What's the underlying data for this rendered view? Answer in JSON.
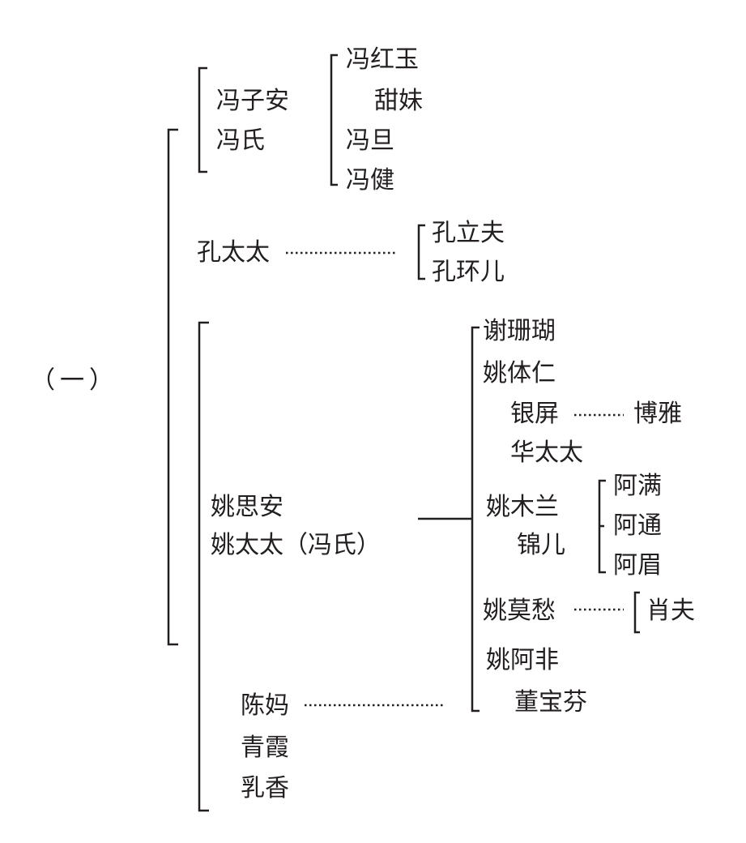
{
  "section_label": "（一）",
  "feng": {
    "parents": [
      "冯子安",
      "冯氏"
    ],
    "children": [
      "冯红玉",
      "甜妹",
      "冯旦",
      "冯健"
    ]
  },
  "kong": {
    "parent": "孔太太",
    "children": [
      "孔立夫",
      "孔环儿"
    ]
  },
  "yao": {
    "parents": [
      "姚思安",
      "姚太太（冯氏）"
    ],
    "servants": [
      "陈妈",
      "青霞",
      "乳香"
    ],
    "children": {
      "c0": "谢珊瑚",
      "c1": "姚体仁",
      "c1_spouse": "银屏",
      "c1_child": "博雅",
      "c1_extra": "华太太",
      "c2": "姚木兰",
      "c2_servant": "锦儿",
      "c2_children": [
        "阿满",
        "阿通",
        "阿眉"
      ],
      "c3": "姚莫愁",
      "c3_child": "肖夫",
      "c4": "姚阿非",
      "c4_spouse": "董宝芬"
    }
  }
}
